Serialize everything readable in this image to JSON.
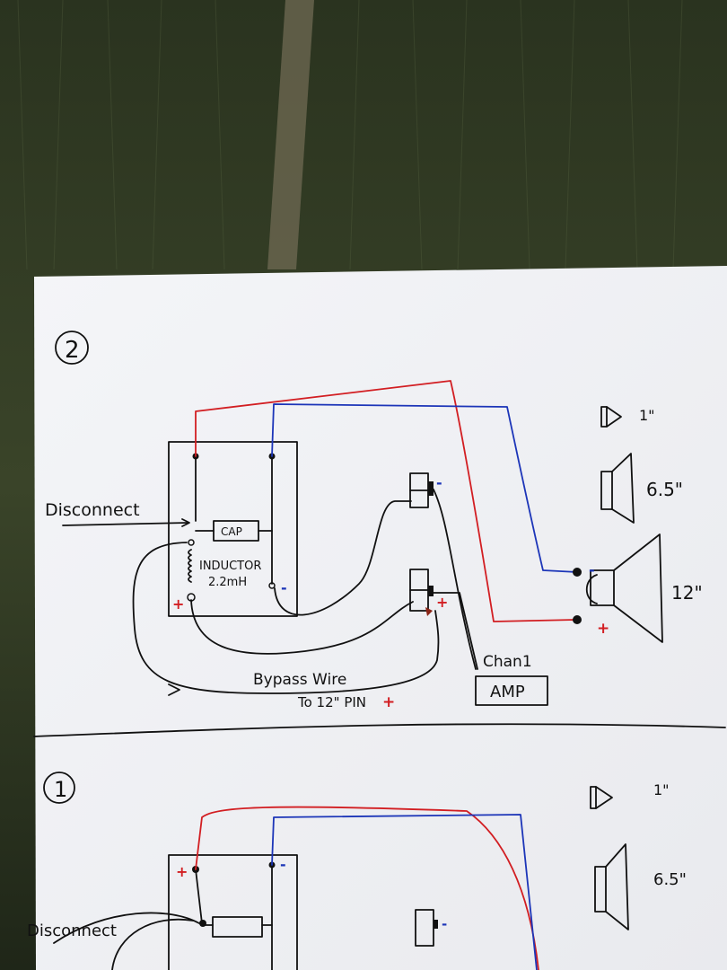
{
  "diagram_2": {
    "step_number": "2",
    "disconnect_label": "Disconnect",
    "cap_label": "CAP",
    "inductor_label": "INDUCTOR",
    "inductor_value": "2.2mH",
    "plus_sign": "+",
    "minus_sign": "-",
    "tweeter_size": "1\"",
    "mid_size": "6.5\"",
    "woofer_size": "12\"",
    "channel_label": "Chan1",
    "amp_label": "AMP",
    "bypass_label": "Bypass Wire",
    "to_pin_label": "To 12\" PIN"
  },
  "diagram_1": {
    "step_number": "1",
    "disconnect_label": "Disconnect",
    "plus_sign": "+",
    "minus_sign": "-",
    "tweeter_size": "1\"",
    "mid_size": "6.5\""
  },
  "colors": {
    "positive_wire": "#d21e22",
    "negative_wire": "#1c35b8",
    "ink": "#111111",
    "paper": "#f3f4f6"
  }
}
